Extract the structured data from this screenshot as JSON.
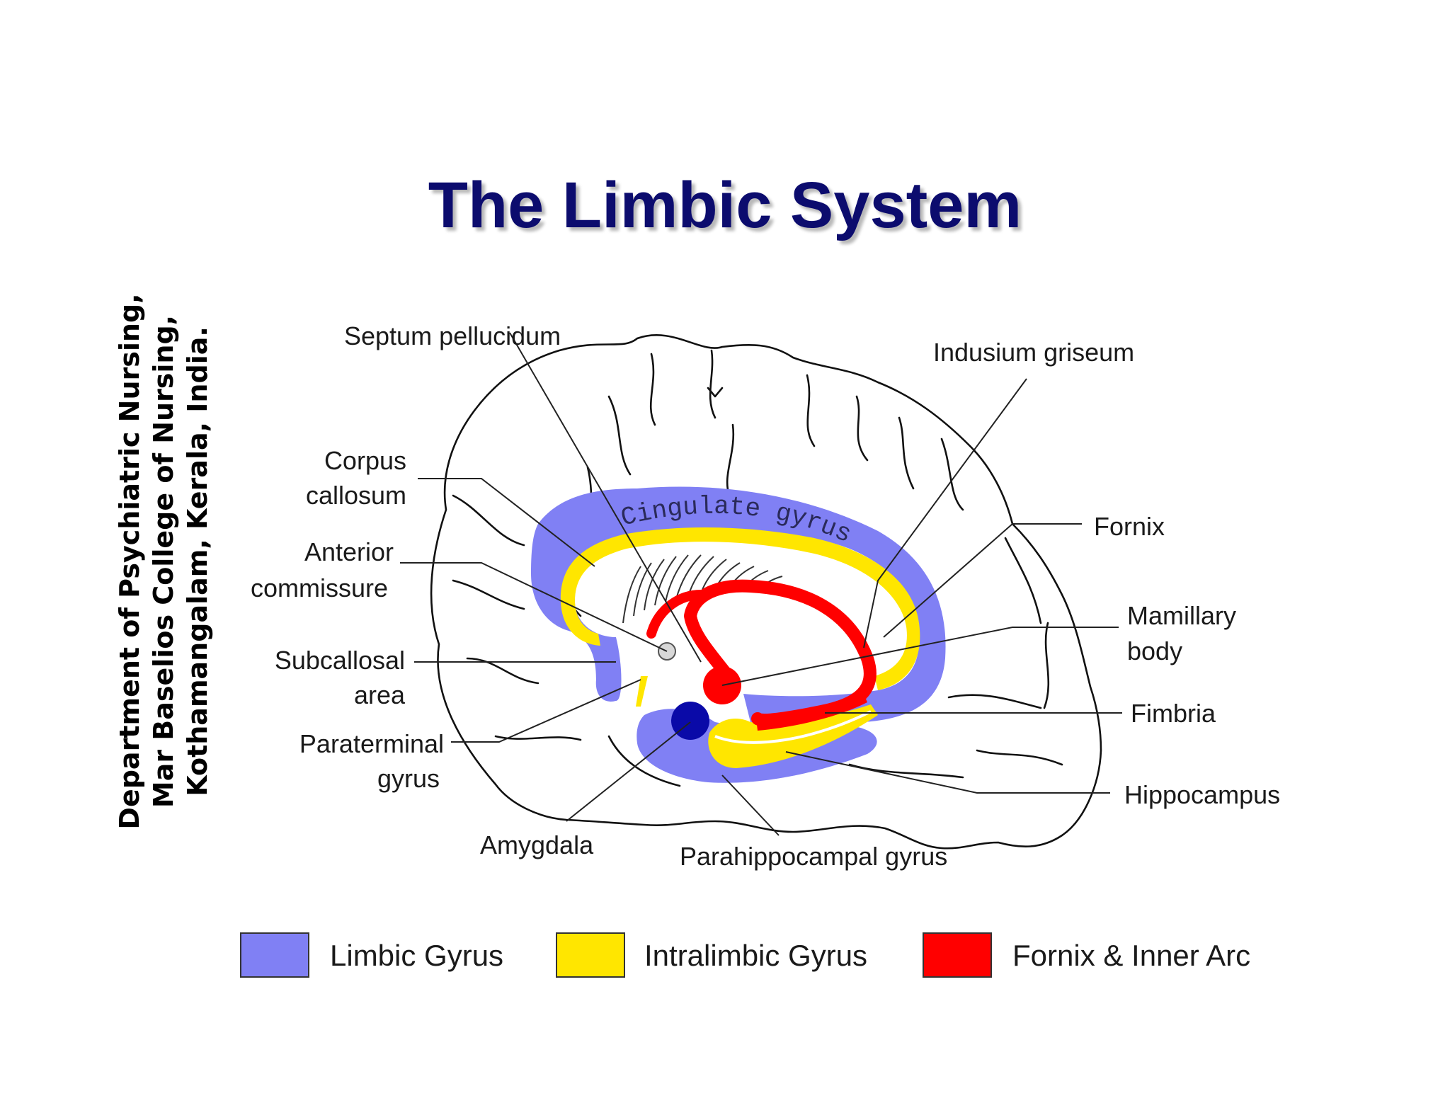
{
  "title": "The Limbic System",
  "side_note": {
    "lines": [
      "Department of Psychiatric Nursing,",
      "Mar Baselios College of Nursing,",
      "Kothamangalam, Kerala, India."
    ]
  },
  "region_label": "Cingulate gyrus",
  "labels": {
    "septum": "Septum pellucidum",
    "indusium": "Indusium griseum",
    "corpus_1": "Corpus",
    "corpus_2": "callosum",
    "anterior_1": "Anterior",
    "anterior_2": "commissure",
    "subcallosal_1": "Subcallosal",
    "subcallosal_2": "area",
    "paraterminal_1": "Paraterminal",
    "paraterminal_2": "gyrus",
    "amygdala": "Amygdala",
    "parahippocampal": "Parahippocampal gyrus",
    "fornix": "Fornix",
    "mamillary_1": "Mamillary",
    "mamillary_2": "body",
    "fimbria": "Fimbria",
    "hippocampus": "Hippocampus"
  },
  "legend": [
    {
      "label": "Limbic Gyrus",
      "color": "#8080f4"
    },
    {
      "label": "Intralimbic Gyrus",
      "color": "#ffe600"
    },
    {
      "label": "Fornix & Inner Arc",
      "color": "#ff0000"
    }
  ],
  "colors": {
    "limbic": "#8080f4",
    "intralimbic": "#ffe600",
    "fornix": "#ff0000",
    "amygdala": "#0a0aa8",
    "commissure": "#d8d8d8",
    "title": "#0c0c6e"
  }
}
